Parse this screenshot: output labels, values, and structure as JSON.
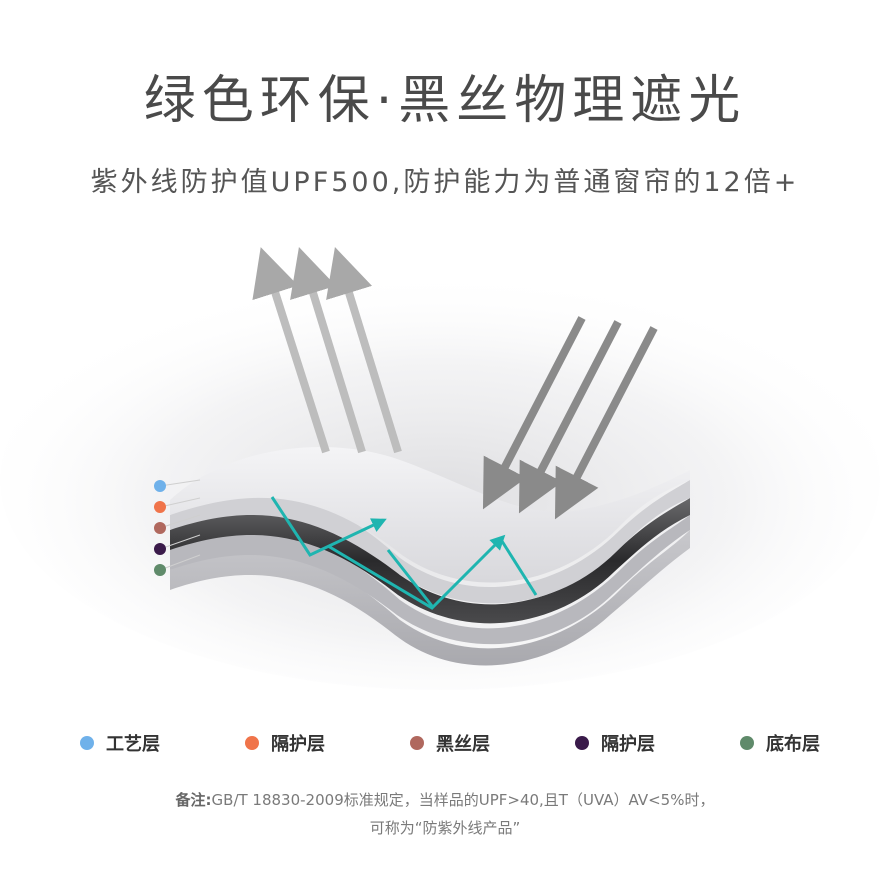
{
  "header": {
    "title": "绿色环保·黑丝物理遮光",
    "subtitle": "紫外线防护值UPF500,防护能力为普通窗帘的12倍+"
  },
  "legend": {
    "items": [
      {
        "label": "工艺层",
        "color": "#6fb1ea"
      },
      {
        "label": "隔护层",
        "color": "#f0744a"
      },
      {
        "label": "黑丝层",
        "color": "#b0685e"
      },
      {
        "label": "隔护层",
        "color": "#3a1a4a"
      },
      {
        "label": "底布层",
        "color": "#5f8a6a"
      }
    ]
  },
  "note": {
    "label": "备注:",
    "line1": "GB/T 18830-2009标准规定，当样品的UPF>40,且T（UVA）AV<5%时，",
    "line2": "可称为“防紫外线产品”"
  }
}
